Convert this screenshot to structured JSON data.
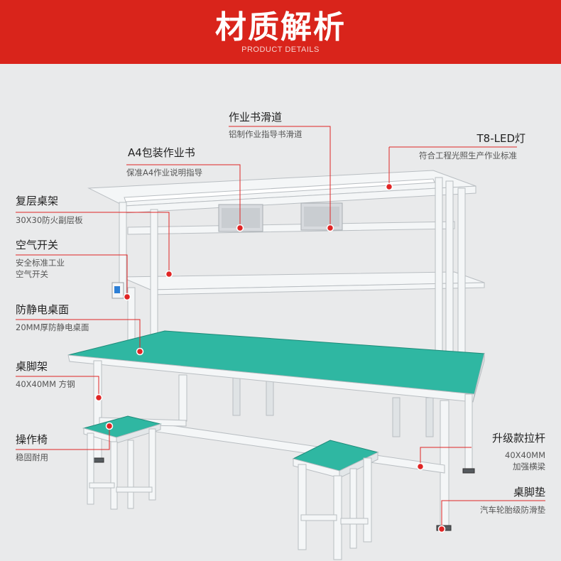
{
  "header": {
    "title": "材质解析",
    "subtitle": "PRODUCT DETAILS"
  },
  "colors": {
    "header_red": "#d9241b",
    "tabletop_green": "#2fb7a2",
    "frame_white": "#f4f6f7",
    "marker_red": "#e02525",
    "background": "#e9eaeb"
  },
  "callouts": {
    "track": {
      "title": "作业书滑道",
      "desc": "铝制作业指导书滑道"
    },
    "led": {
      "title": "T8-LED灯",
      "desc": "符合工程光照生产作业标准"
    },
    "a4": {
      "title": "A4包装作业书",
      "desc": "保准A4作业说明指导"
    },
    "shelf": {
      "title": "复层桌架",
      "desc": "30X30防火副层板"
    },
    "switch": {
      "title": "空气开关",
      "desc_line1": "安全标准工业",
      "desc_line2": "空气开关"
    },
    "top": {
      "title": "防静电桌面",
      "desc": "20MM厚防静电桌面"
    },
    "leg": {
      "title": "桌脚架",
      "desc": "40X40MM 方钢"
    },
    "chair": {
      "title": "操作椅",
      "desc": "稳固耐用"
    },
    "beam": {
      "title": "升级款拉杆",
      "desc_line1": "40X40MM",
      "desc_line2": "加强横梁"
    },
    "pad": {
      "title": "桌脚垫",
      "desc": "汽车轮胎级防滑垫"
    }
  }
}
